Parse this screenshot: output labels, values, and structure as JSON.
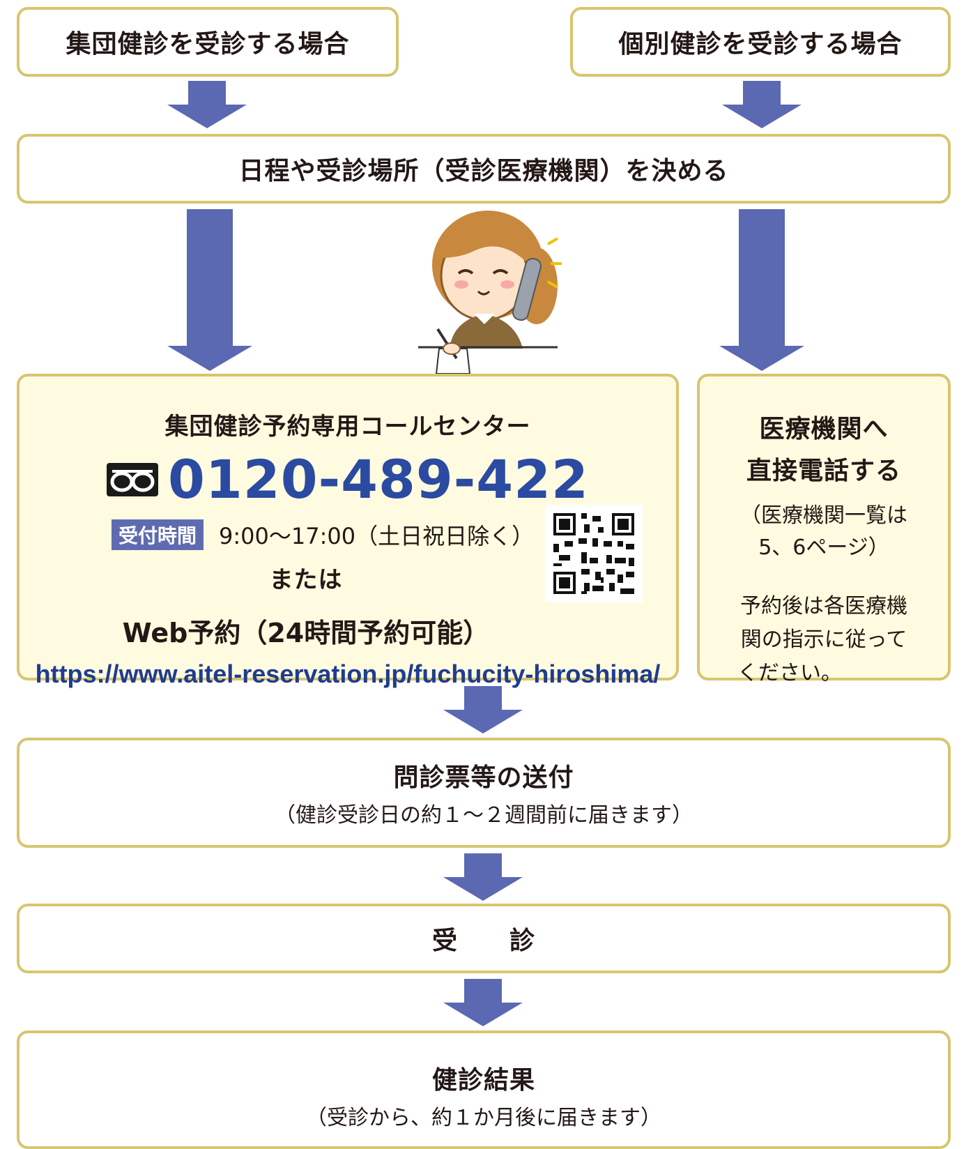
{
  "top": {
    "left_label": "集団健診を受診する場合",
    "right_label": "個別健診を受診する場合"
  },
  "decide": {
    "label": "日程や受診場所（受診医療機関）を決める"
  },
  "callcenter": {
    "title": "集団健診予約専用コールセンター",
    "tel": "0120-489-422",
    "hours_badge": "受付時間",
    "hours": "9:00〜17:00（土日祝日除く）",
    "or": "または",
    "web": "Web予約（24時間予約可能）",
    "url": "https://www.aitel-reservation.jp/fuchucity-hiroshima/"
  },
  "clinic": {
    "title1": "医療機関へ",
    "title2": "直接電話する",
    "note1": "（医療機関一覧は",
    "note2": "5、6ページ）",
    "after1": "予約後は各医療機",
    "after2": "関の指示に従って",
    "after3": "ください。"
  },
  "questionnaire": {
    "title": "問診票等の送付",
    "note": "（健診受診日の約１〜２週間前に届きます）"
  },
  "exam": {
    "title": "受　　診"
  },
  "result": {
    "title": "健診結果",
    "note": "（受診から、約１か月後に届きます）"
  },
  "colors": {
    "arrow": "#5b68b2",
    "border": "#d8c56f",
    "fill": "#fefbe0",
    "tel": "#2b4aa1"
  }
}
